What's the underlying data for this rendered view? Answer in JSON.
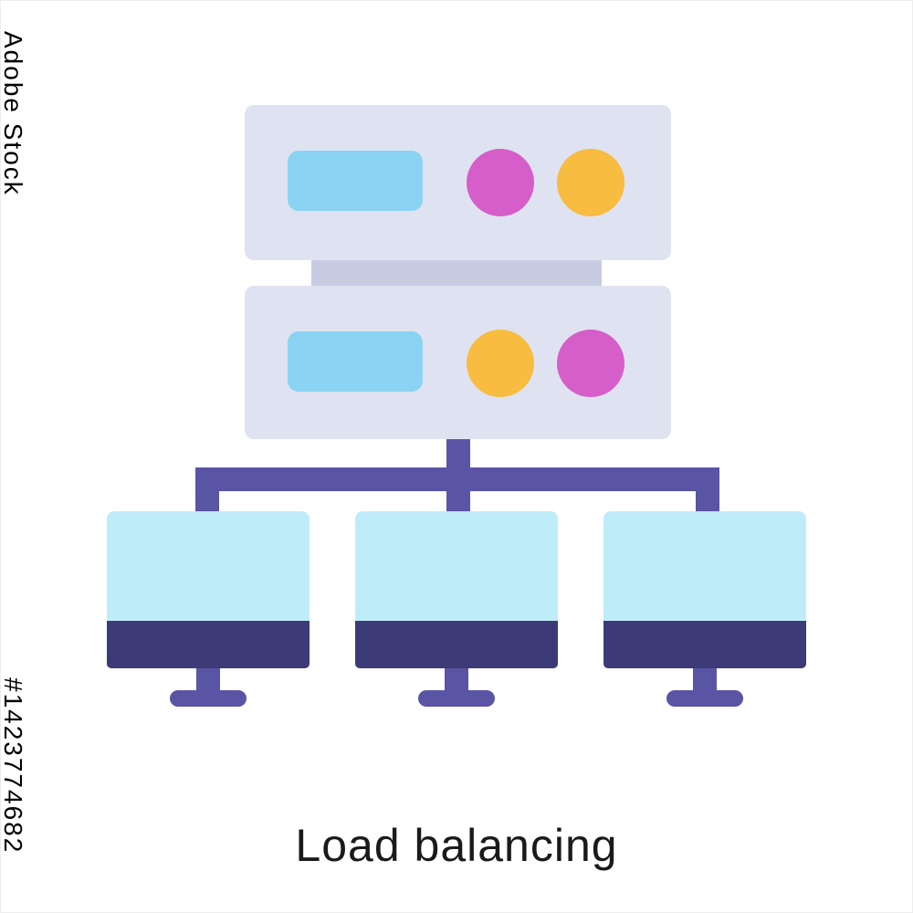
{
  "colors": {
    "background": "#ffffff",
    "server_body": "#dfe3f1",
    "rack_connector": "#c7cce3",
    "server_panel": "#8bd3f3",
    "light_pink": "#d55ec9",
    "light_yellow": "#f7bc40",
    "network_purple": "#5a54a4",
    "monitor_screen": "#bfecf9",
    "monitor_bezel": "#3d3a78",
    "caption_text": "#1a1a1a",
    "watermark_text": "#000000"
  },
  "watermark": {
    "brand": "Adobe Stock",
    "asset_id": "#1423774682"
  },
  "caption": {
    "title": "Load balancing"
  },
  "icon": {
    "name": "load-balancing-icon",
    "servers": [
      {
        "id": "server-unit-1",
        "lights": [
          "pink",
          "yellow"
        ]
      },
      {
        "id": "server-unit-2",
        "lights": [
          "yellow",
          "pink"
        ]
      }
    ],
    "clients": [
      "monitor-left",
      "monitor-center",
      "monitor-right"
    ]
  }
}
